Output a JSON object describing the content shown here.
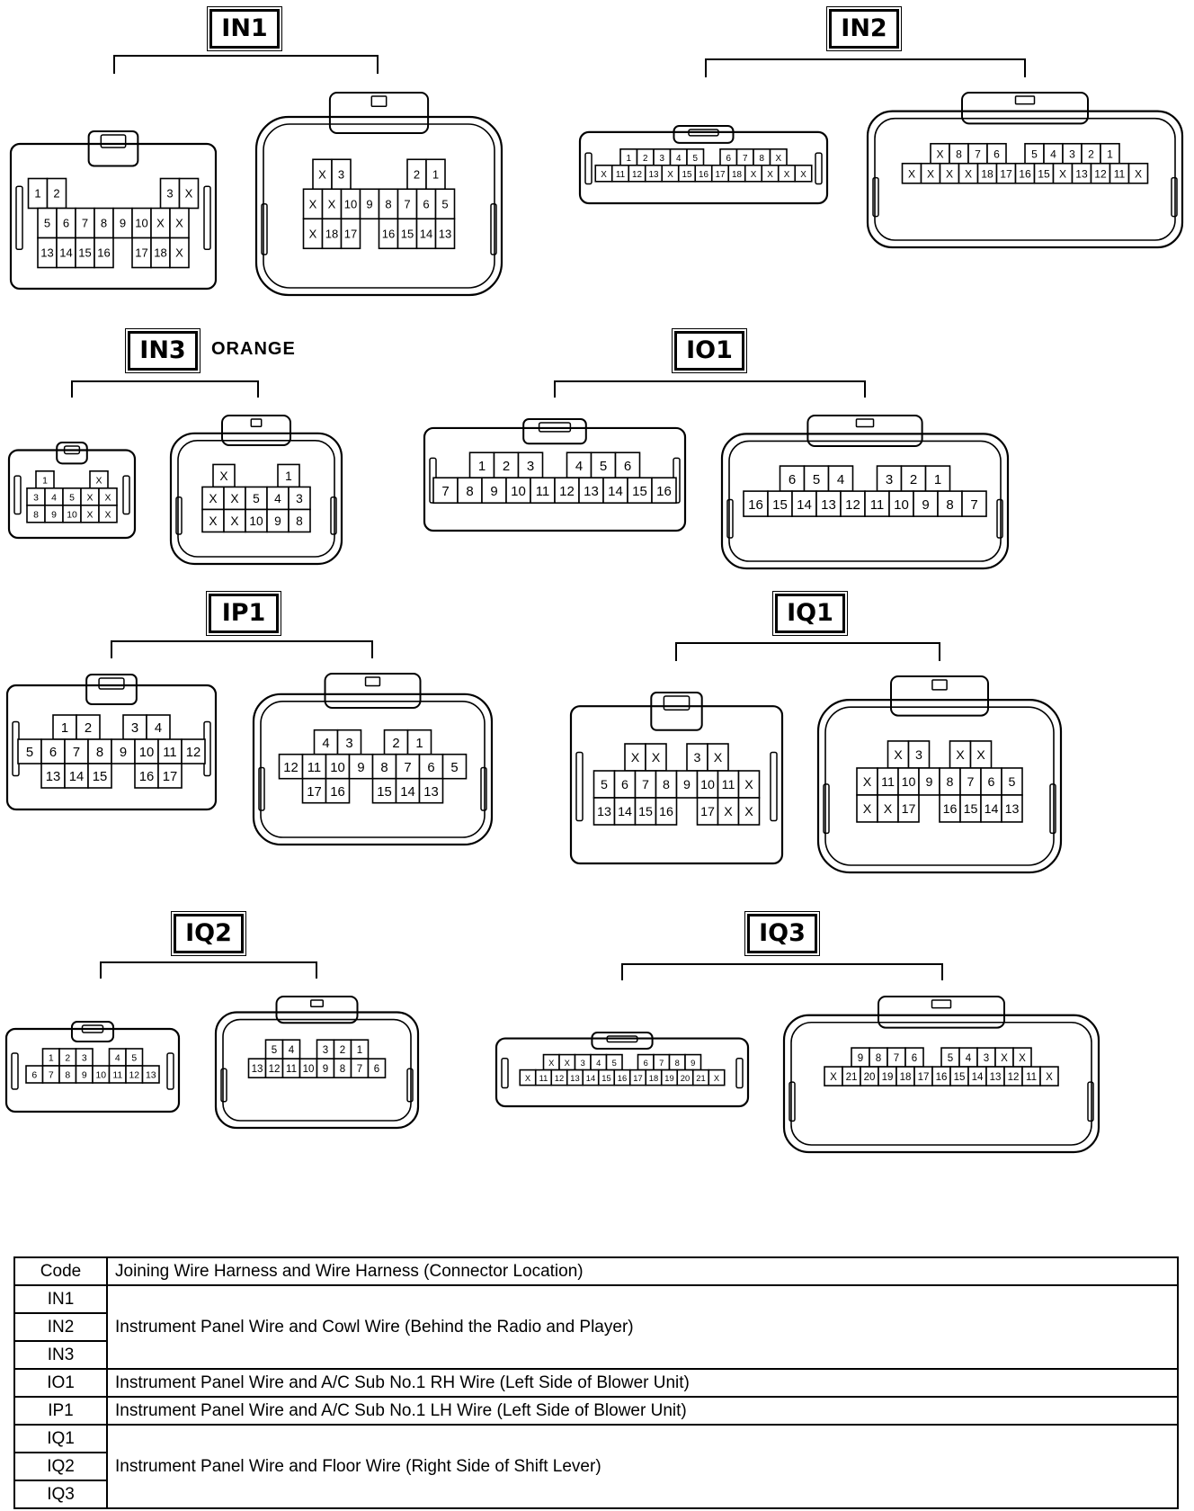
{
  "connectors": [
    {
      "code": "IN1",
      "left": [
        [
          "1",
          "2",
          "",
          "",
          "",
          "",
          "",
          "3",
          "X"
        ],
        [
          "5",
          "6",
          "7",
          "8",
          "9",
          "10",
          "X",
          "X"
        ],
        [
          "13",
          "14",
          "15",
          "16",
          "",
          "17",
          "18",
          "X"
        ]
      ],
      "right": [
        [
          "X",
          "3",
          "",
          "",
          "",
          "2",
          "1"
        ],
        [
          "X",
          "X",
          "10",
          "9",
          "8",
          "7",
          "6",
          "5"
        ],
        [
          "X",
          "18",
          "17",
          "",
          "16",
          "15",
          "14",
          "13"
        ]
      ]
    },
    {
      "code": "IN2",
      "left": [
        [
          "1",
          "2",
          "3",
          "4",
          "5",
          "",
          "6",
          "7",
          "8",
          "X"
        ],
        [
          "X",
          "11",
          "12",
          "13",
          "X",
          "15",
          "16",
          "17",
          "18",
          "X",
          "X",
          "X",
          "X"
        ]
      ],
      "right": [
        [
          "X",
          "8",
          "7",
          "6",
          "",
          "5",
          "4",
          "3",
          "2",
          "1"
        ],
        [
          "X",
          "X",
          "X",
          "X",
          "18",
          "17",
          "16",
          "15",
          "X",
          "13",
          "12",
          "11",
          "X"
        ]
      ]
    },
    {
      "code": "IN3",
      "note": "ORANGE",
      "left": [
        [
          "1",
          "",
          "",
          "X"
        ],
        [
          "3",
          "4",
          "5",
          "X",
          "X"
        ],
        [
          "8",
          "9",
          "10",
          "X",
          "X"
        ]
      ],
      "right": [
        [
          "X",
          "",
          "",
          "1"
        ],
        [
          "X",
          "X",
          "5",
          "4",
          "3"
        ],
        [
          "X",
          "X",
          "10",
          "9",
          "8"
        ]
      ]
    },
    {
      "code": "IO1",
      "left": [
        [
          "1",
          "2",
          "3",
          "",
          "4",
          "5",
          "6"
        ],
        [
          "7",
          "8",
          "9",
          "10",
          "11",
          "12",
          "13",
          "14",
          "15",
          "16"
        ]
      ],
      "right": [
        [
          "6",
          "5",
          "4",
          "",
          "3",
          "2",
          "1"
        ],
        [
          "16",
          "15",
          "14",
          "13",
          "12",
          "11",
          "10",
          "9",
          "8",
          "7"
        ]
      ]
    },
    {
      "code": "IP1",
      "left": [
        [
          "1",
          "2",
          "",
          "3",
          "4"
        ],
        [
          "5",
          "6",
          "7",
          "8",
          "9",
          "10",
          "11",
          "12"
        ],
        [
          "13",
          "14",
          "15",
          "",
          "16",
          "17"
        ]
      ],
      "right": [
        [
          "4",
          "3",
          "",
          "2",
          "1"
        ],
        [
          "12",
          "11",
          "10",
          "9",
          "8",
          "7",
          "6",
          "5"
        ],
        [
          "17",
          "16",
          "",
          "15",
          "14",
          "13"
        ]
      ]
    },
    {
      "code": "IQ1",
      "left": [
        [
          "X",
          "X",
          "",
          "3",
          "X"
        ],
        [
          "5",
          "6",
          "7",
          "8",
          "9",
          "10",
          "11",
          "X"
        ],
        [
          "13",
          "14",
          "15",
          "16",
          "",
          "17",
          "X",
          "X"
        ]
      ],
      "right": [
        [
          "X",
          "3",
          "",
          "X",
          "X"
        ],
        [
          "X",
          "11",
          "10",
          "9",
          "8",
          "7",
          "6",
          "5"
        ],
        [
          "X",
          "X",
          "17",
          "",
          "16",
          "15",
          "14",
          "13"
        ]
      ]
    },
    {
      "code": "IQ2",
      "left": [
        [
          "1",
          "2",
          "3",
          "",
          "4",
          "5"
        ],
        [
          "6",
          "7",
          "8",
          "9",
          "10",
          "11",
          "12",
          "13"
        ]
      ],
      "right": [
        [
          "5",
          "4",
          "",
          "3",
          "2",
          "1"
        ],
        [
          "13",
          "12",
          "11",
          "10",
          "9",
          "8",
          "7",
          "6"
        ]
      ]
    },
    {
      "code": "IQ3",
      "left": [
        [
          "X",
          "X",
          "3",
          "4",
          "5",
          "",
          "6",
          "7",
          "8",
          "9"
        ],
        [
          "X",
          "11",
          "12",
          "13",
          "14",
          "15",
          "16",
          "17",
          "18",
          "19",
          "20",
          "21",
          "X"
        ]
      ],
      "right": [
        [
          "9",
          "8",
          "7",
          "6",
          "",
          "5",
          "4",
          "3",
          "X",
          "X"
        ],
        [
          "X",
          "21",
          "20",
          "19",
          "18",
          "17",
          "16",
          "15",
          "14",
          "13",
          "12",
          "11",
          "X"
        ]
      ]
    }
  ],
  "table": {
    "header": {
      "code": "Code",
      "desc": "Joining Wire Harness and Wire Harness (Connector Location)"
    },
    "groups": [
      {
        "codes": [
          "IN1",
          "IN2",
          "IN3"
        ],
        "desc": "Instrument Panel Wire and Cowl Wire (Behind the Radio and Player)"
      },
      {
        "codes": [
          "IO1"
        ],
        "desc": "Instrument Panel Wire and A/C Sub No.1 RH Wire (Left Side of Blower Unit)"
      },
      {
        "codes": [
          "IP1"
        ],
        "desc": "Instrument Panel Wire and A/C Sub No.1 LH Wire (Left Side of Blower Unit)"
      },
      {
        "codes": [
          "IQ1",
          "IQ2",
          "IQ3"
        ],
        "desc": "Instrument Panel Wire and Floor Wire (Right Side of Shift Lever)"
      }
    ]
  }
}
